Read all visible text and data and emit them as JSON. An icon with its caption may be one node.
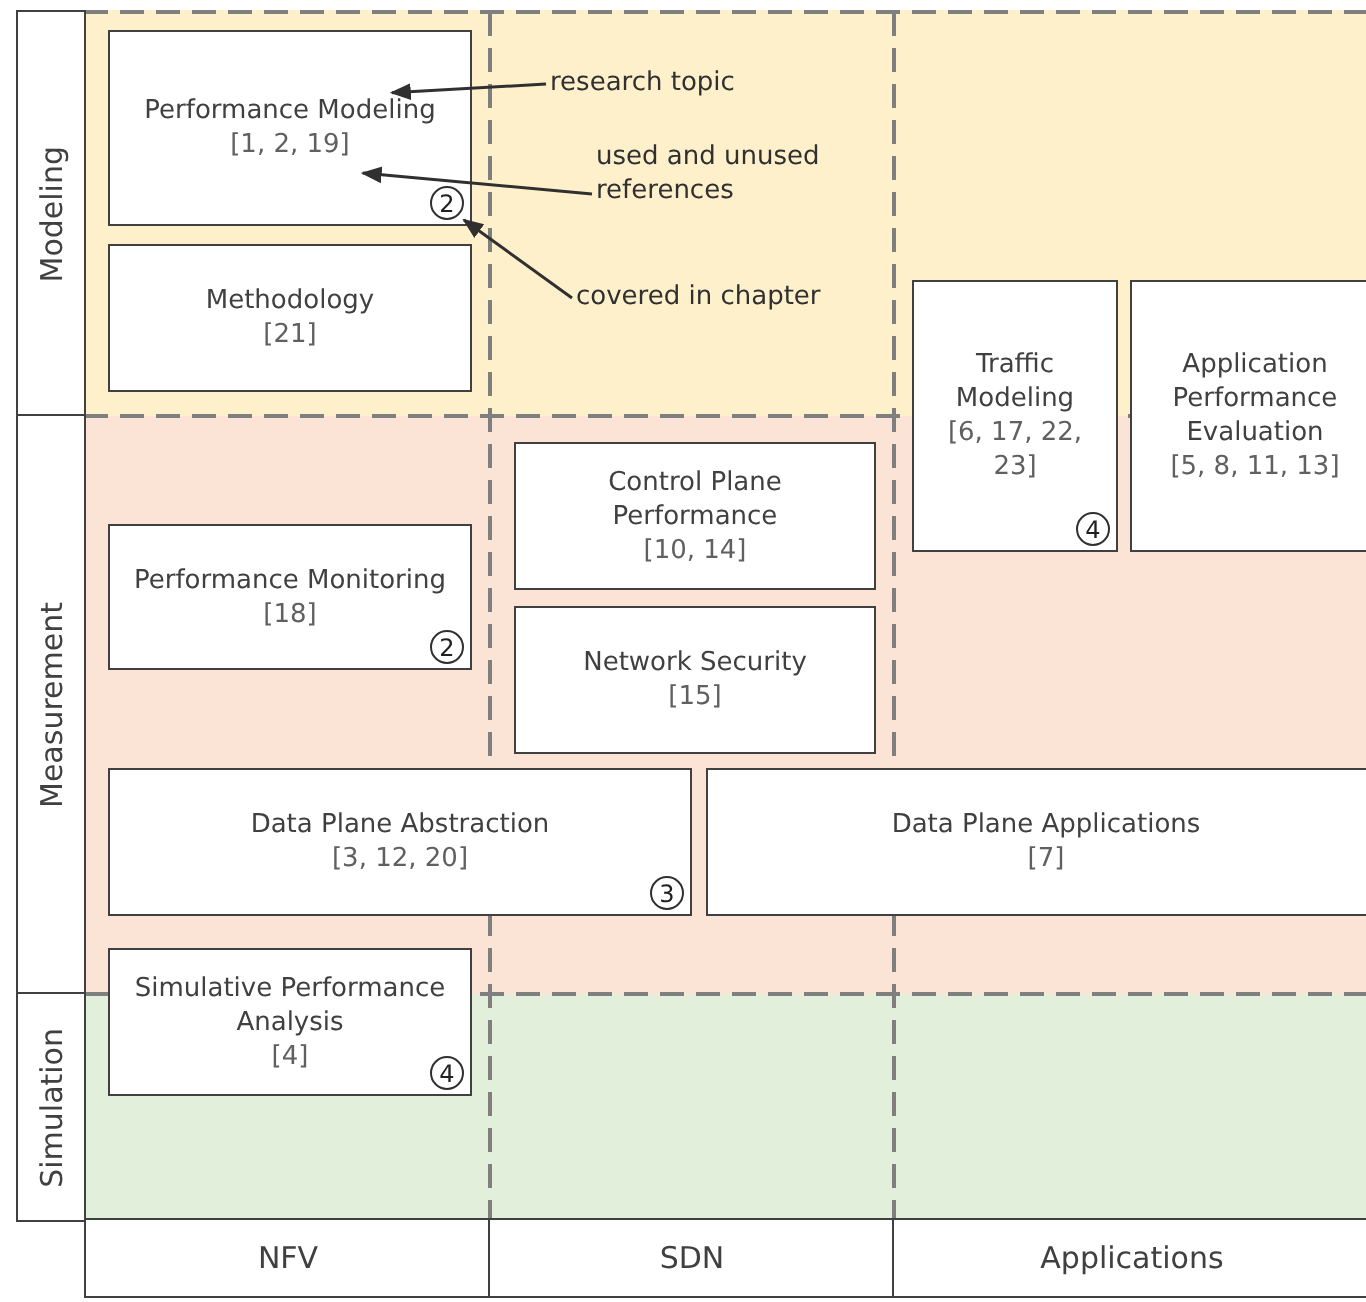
{
  "diagram": {
    "nodes": [
      {
        "text": [
          "Performance Modeling",
          "[1, 2, 19]"
        ]
      },
      {
        "text": [
          "2"
        ],
        "in": 0
      },
      {
        "text": [
          "research topic"
        ]
      },
      {
        "text": [
          "used and unused references"
        ]
      },
      {
        "text": [
          "covered in chapter"
        ]
      },
      {
        "text": [
          "Methodology",
          "[21]"
        ]
      },
      {
        "text": [
          "Traffic Modeling",
          "[6, 17, 22, 23]"
        ]
      },
      {
        "text": [
          "4"
        ],
        "in": 6
      },
      {
        "text": [
          "Application Performance Evaluation",
          "[5, 8, 11, 13]"
        ]
      },
      {
        "text": [
          "Control Plane Performance",
          "[10, 14]"
        ]
      },
      {
        "text": [
          "Performance Monitoring",
          "[18]"
        ]
      },
      {
        "text": [
          "2"
        ],
        "in": 10
      },
      {
        "text": [
          "Network Security",
          "[15]"
        ]
      },
      {
        "text": [
          "Data Plane Abstraction",
          "[3, 12, 20]"
        ]
      },
      {
        "text": [
          "3"
        ],
        "in": 13
      },
      {
        "text": [
          "Data Plane Applications",
          "[7]"
        ]
      },
      {
        "text": [
          "Simulative Performance Analysis",
          "[4]"
        ]
      },
      {
        "text": [
          "4"
        ],
        "in": 16
      },
      {
        "text": [
          "Modeling"
        ]
      },
      {
        "text": [
          "Measurement"
        ]
      },
      {
        "text": [
          "Simulation"
        ]
      },
      {
        "text": [
          "NFV"
        ]
      },
      {
        "text": [
          "SDN"
        ]
      },
      {
        "text": [
          "Applications"
        ]
      }
    ],
    "edges": [
      {
        "from": 2,
        "to": 0,
        "arrow": "to"
      },
      {
        "from": 3,
        "to": 0,
        "arrow": "to"
      },
      {
        "from": 4,
        "to": 1,
        "arrow": "to"
      }
    ]
  }
}
